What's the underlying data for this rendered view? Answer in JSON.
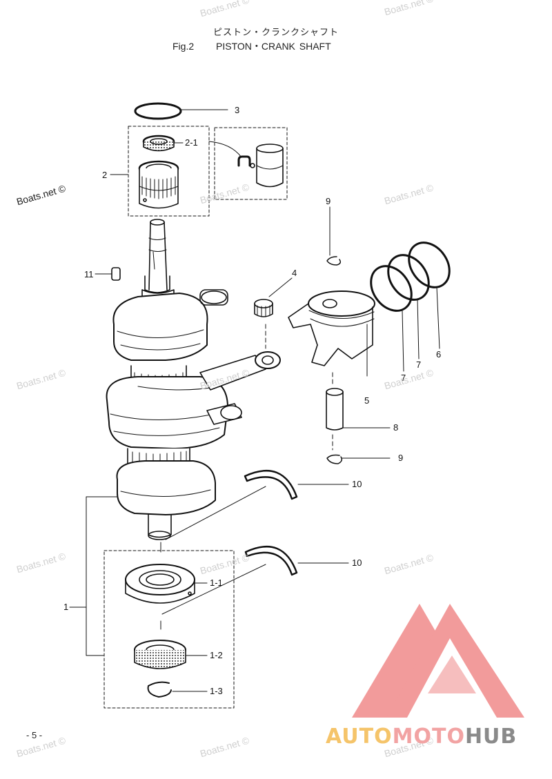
{
  "header": {
    "title_jp": "ピストン・クランクシャフト",
    "fig_label": "Fig.2",
    "title_en": "PISTON・CRANK SHAFT"
  },
  "watermarks": [
    "Boats.net ©",
    "Boats.net ©",
    "Boats.net ©",
    "Boats.net ©",
    "Boats.net ©",
    "Boats.net ©",
    "Boats.net ©",
    "Boats.net ©",
    "Boats.net ©",
    "Boats.net ©",
    "Boats.net ©",
    "Boats.net ©",
    "Boats.net ©",
    "Boats.net ©"
  ],
  "callouts": {
    "c3": "3",
    "c2_1": "2-1",
    "c2": "2",
    "c9a": "9",
    "c11": "11",
    "c4": "4",
    "c6": "6",
    "c7a": "7",
    "c7b": "7",
    "c5": "5",
    "c8": "8",
    "c9b": "9",
    "c10a": "10",
    "c10b": "10",
    "c1_1": "1-1",
    "c1": "1",
    "c1_2": "1-2",
    "c1_3": "1-3"
  },
  "footer": {
    "page": "- 5 -",
    "brand_part1": "AUTO",
    "brand_part2": "MOTO",
    "brand_part3": "HUB"
  },
  "colors": {
    "brand_yellow": "#f5c46a",
    "brand_pink": "#f2a3a3",
    "brand_gray": "#8a8a8a",
    "logo_triangle": "#f08a8a"
  }
}
